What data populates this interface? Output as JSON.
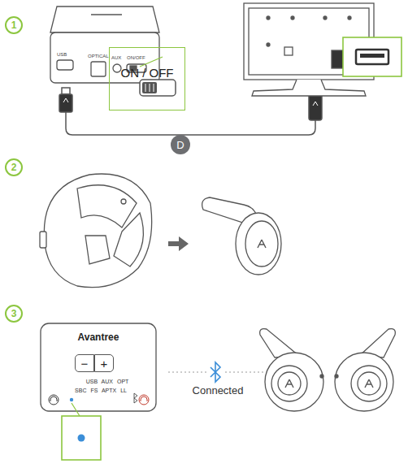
{
  "diagram": {
    "nodes": [
      {
        "text": [
          "1"
        ]
      },
      {
        "text": [
          "ON / OFF"
        ]
      },
      {
        "text": [
          "D"
        ]
      },
      {
        "text": [
          "2"
        ]
      },
      {
        "text": [
          "3"
        ]
      },
      {
        "text": [
          "Avantree",
          "USB AUX OPT",
          "SBC FS APTX LL"
        ]
      },
      {
        "text": [
          "−"
        ],
        "in": 5
      },
      {
        "text": [
          "+"
        ],
        "in": 5
      }
    ],
    "labels": [
      "USB",
      "OPTICAL",
      "AUX",
      "ON/OFF",
      "Connected"
    ]
  }
}
